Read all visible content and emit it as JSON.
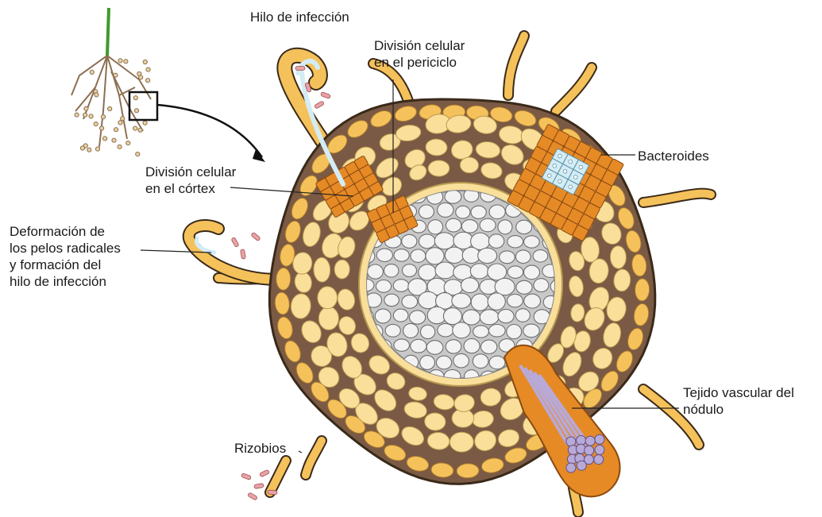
{
  "labels": {
    "infection_thread": [
      "Hilo de infección"
    ],
    "pericycle_division": [
      "División celular",
      "en el periciclo"
    ],
    "bacteroids": [
      "Bacteroides"
    ],
    "cortex_division": [
      "División celular",
      "en el córtex"
    ],
    "hair_deformation": [
      "Deformación de",
      "los pelos radicales",
      "y formación del",
      "hilo de infección"
    ],
    "vascular_tissue": [
      "Tejido vascular del",
      "nódulo"
    ],
    "rhizobia": [
      "Rizobios"
    ]
  },
  "colors": {
    "outline": "#3a2a1a",
    "cortex_matrix": "#7a5a44",
    "cortex_cell": "#f9df9a",
    "epidermis_cell": "#f5c15a",
    "meristem_cell": "#e68a26",
    "central_cell": "#f2f2f2",
    "central_matrix": "#c8c8c8",
    "bacteroid_cell": "#d3ecf5",
    "vascular": "#b8a9d6",
    "rhizobium": "#e7a3a6",
    "root_stem": "#3f9a2e",
    "root_branch": "#8c6f52"
  }
}
